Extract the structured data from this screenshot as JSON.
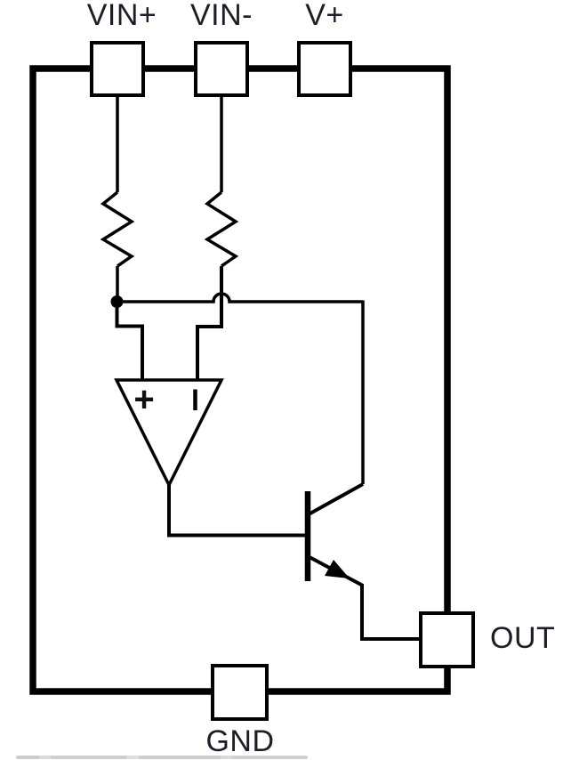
{
  "schematic": {
    "pin_labels": {
      "vin_plus": "VIN+",
      "vin_minus": "VIN-",
      "v_plus": "V+",
      "out": "OUT",
      "gnd": "GND"
    },
    "opamp": {
      "noninverting_marker": "+",
      "inverting_marker": "|"
    },
    "colors": {
      "line": "#000000",
      "label": "#1d1d27",
      "background": "#ffffff",
      "artifact": "#c7c7c7"
    }
  }
}
